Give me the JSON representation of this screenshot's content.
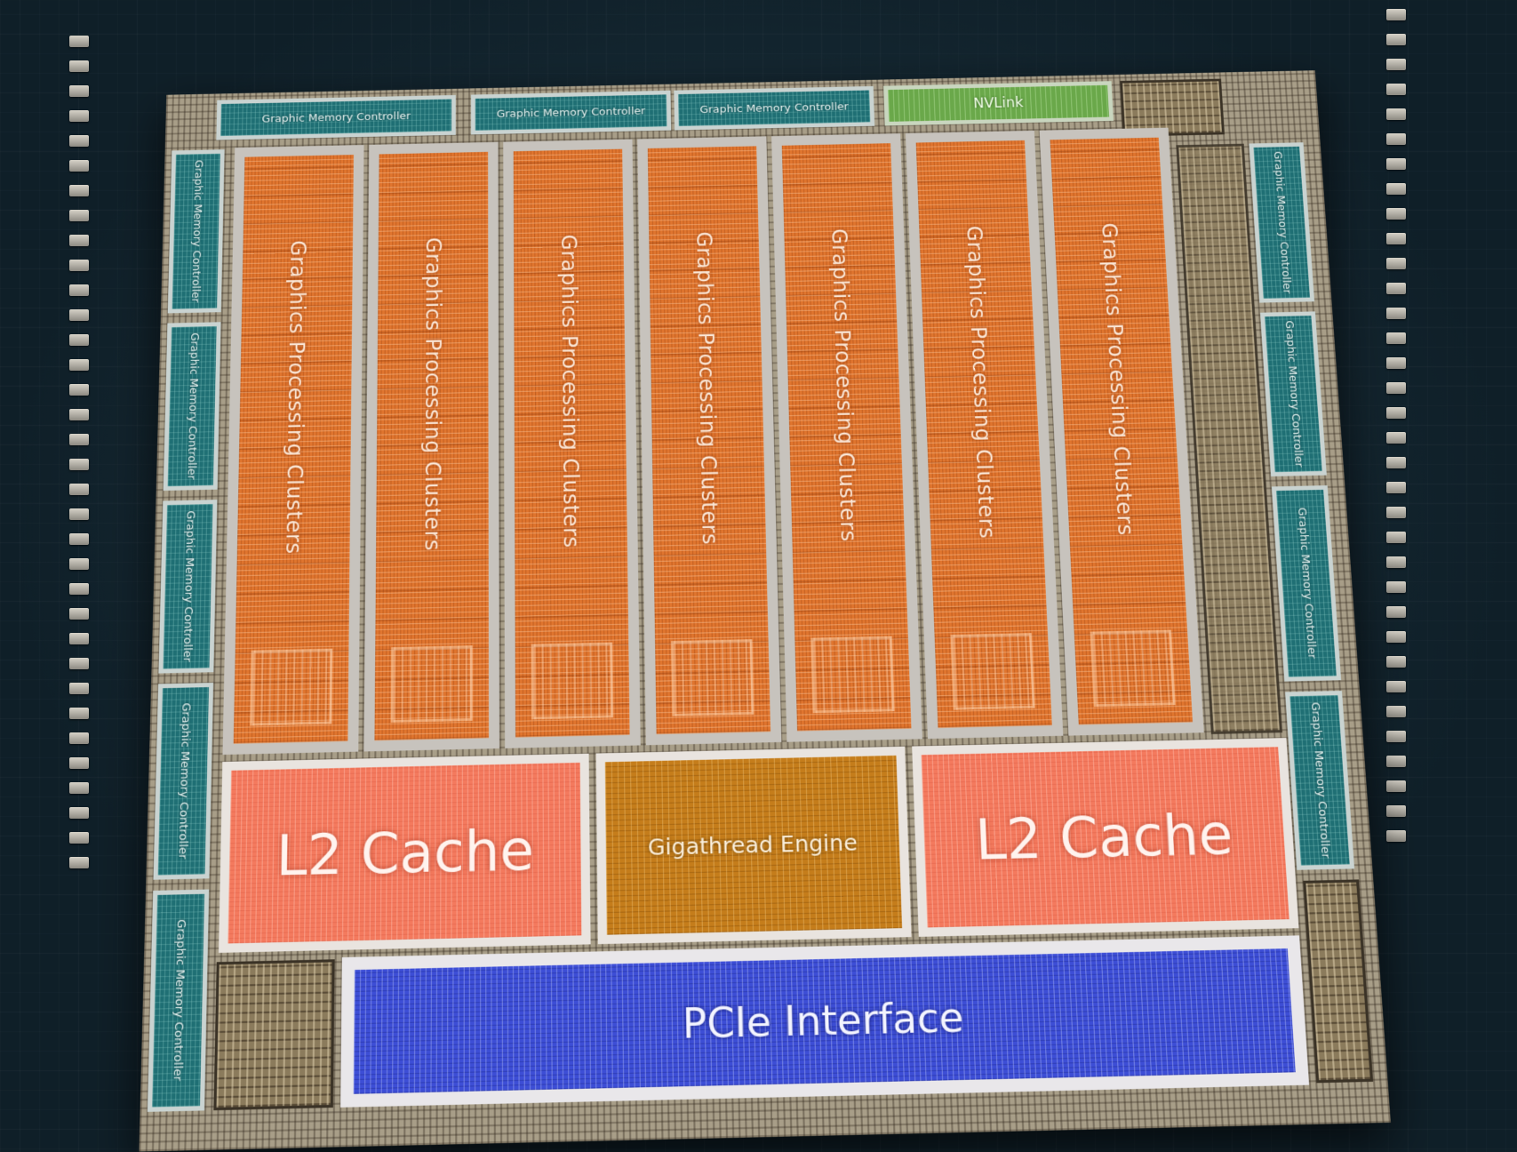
{
  "die": {
    "memory_controller_label": "Graphic Memory Controller",
    "top_memory_controllers": [
      {
        "label": "Graphic Memory Controller"
      },
      {
        "label": "Graphic Memory Controller"
      },
      {
        "label": "Graphic Memory Controller"
      }
    ],
    "nvlink_label": "NVLink",
    "left_memory_controllers": [
      {
        "label": "Graphic Memory Controller"
      },
      {
        "label": "Graphic Memory Controller"
      },
      {
        "label": "Graphic Memory Controller"
      },
      {
        "label": "Graphic Memory Controller"
      },
      {
        "label": "Graphic Memory Controller"
      }
    ],
    "right_memory_controllers": [
      {
        "label": "Graphic Memory Controller"
      },
      {
        "label": "Graphic Memory Controller"
      },
      {
        "label": "Graphic Memory Controller"
      },
      {
        "label": "Graphic Memory Controller"
      }
    ],
    "gpc_blocks": [
      {
        "label": "Graphics Processing Clusters"
      },
      {
        "label": "Graphics Processing Clusters"
      },
      {
        "label": "Graphics Processing Clusters"
      },
      {
        "label": "Graphics Processing Clusters"
      },
      {
        "label": "Graphics Processing Clusters"
      },
      {
        "label": "Graphics Processing Clusters"
      },
      {
        "label": "Graphics Processing Clusters"
      }
    ],
    "l2_left_label": "L2 Cache",
    "l2_right_label": "L2 Cache",
    "gigathread_label": "Gigathread Engine",
    "pcie_label": "PCIe Interface"
  },
  "colors": {
    "gpc": "#e0752e",
    "l2_cache": "#f47a5e",
    "gigathread": "#c57d1b",
    "pcie": "#3d4ed6",
    "memory_controller": "#1f6f74",
    "nvlink": "#6aa84a",
    "background": "#0f1f28"
  }
}
